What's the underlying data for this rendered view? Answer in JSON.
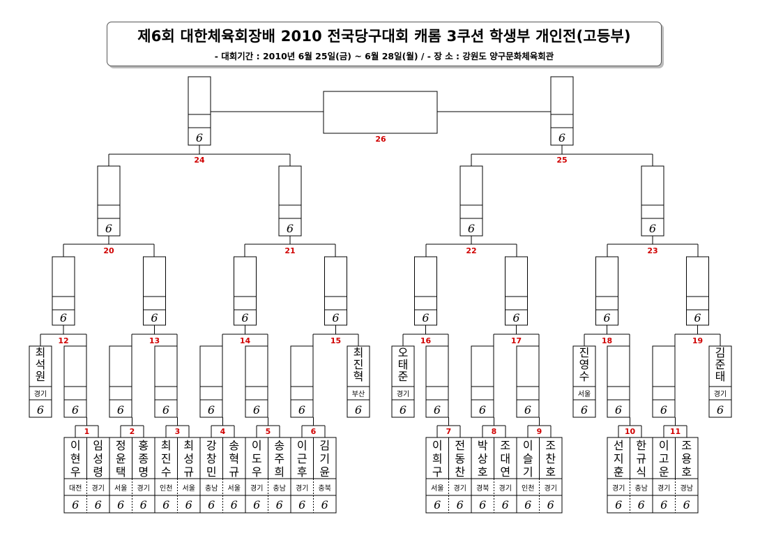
{
  "header": {
    "title": "제6회 대한체육회장배 2010 전국당구대회 캐롬 3쿠션 학생부 개인전(고등부)",
    "subtitle": "- 대회기간 : 2010년 6월 25일(금) ~ 6월 28일(월)  /  - 장 소 : 강원도 양구문화체육회관"
  },
  "match_numbers": [
    "1",
    "2",
    "3",
    "4",
    "5",
    "6",
    "7",
    "8",
    "9",
    "10",
    "11",
    "12",
    "13",
    "14",
    "15",
    "16",
    "17",
    "18",
    "19",
    "20",
    "21",
    "22",
    "23",
    "24",
    "25",
    "26"
  ],
  "score_mark": "6",
  "players": {
    "byes": [
      {
        "name": "최석원",
        "region": "경기"
      },
      {
        "name": "최진혁",
        "region": "부산"
      },
      {
        "name": "오태준",
        "region": "경기"
      },
      {
        "name": "진영수",
        "region": "서울"
      },
      {
        "name": "김준태",
        "region": "경기"
      }
    ],
    "first_round": [
      {
        "name": "이현우",
        "region": "대전"
      },
      {
        "name": "임성령",
        "region": "경기"
      },
      {
        "name": "정윤택",
        "region": "서울"
      },
      {
        "name": "홍종명",
        "region": "경기"
      },
      {
        "name": "최진수",
        "region": "인천"
      },
      {
        "name": "최성규",
        "region": "서울"
      },
      {
        "name": "강창민",
        "region": "충남"
      },
      {
        "name": "송혁규",
        "region": "서울"
      },
      {
        "name": "이도우",
        "region": "경기"
      },
      {
        "name": "송주희",
        "region": "충남"
      },
      {
        "name": "이근후",
        "region": "경기"
      },
      {
        "name": "김기윤",
        "region": "충북"
      },
      {
        "name": "이희구",
        "region": "서울"
      },
      {
        "name": "전동찬",
        "region": "경기"
      },
      {
        "name": "박상호",
        "region": "경북"
      },
      {
        "name": "조대연",
        "region": "경기"
      },
      {
        "name": "이슬기",
        "region": "인천"
      },
      {
        "name": "조찬호",
        "region": "경기"
      },
      {
        "name": "선지훈",
        "region": "경기"
      },
      {
        "name": "한규식",
        "region": "충남"
      },
      {
        "name": "이고운",
        "region": "경기"
      },
      {
        "name": "조용호",
        "region": "경남"
      }
    ]
  }
}
